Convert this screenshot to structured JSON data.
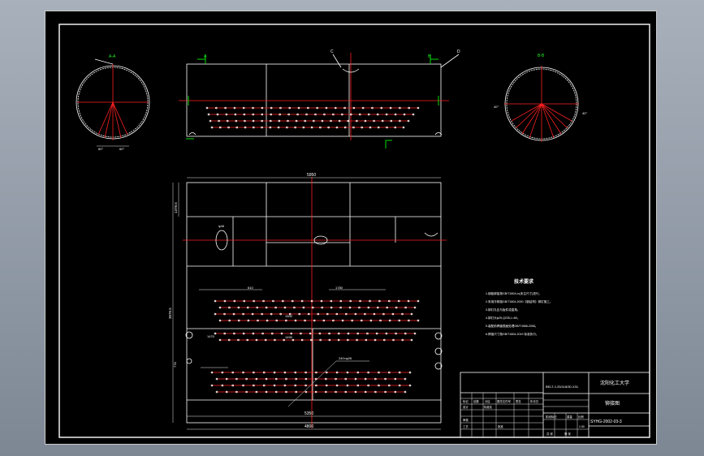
{
  "drawing": {
    "title_block": {
      "school": "沈阳化工大学",
      "part_code": "BELT-1.25/118/30-X31",
      "view_name": "铆接图",
      "drawing_no": "SYHG-2002-03-3",
      "scale": "1:30",
      "header_labels": [
        "标记",
        "处数",
        "分区",
        "更改文件号",
        "签名",
        "年月日"
      ],
      "row_labels": [
        "设计",
        "标准化",
        "审核",
        "工艺",
        "批准"
      ],
      "weight_labels": [
        "阶段标记",
        "重量",
        "比例"
      ],
      "sheet_text": [
        "共 张",
        "第 张"
      ]
    },
    "tech_requirements": {
      "title": "技术要求",
      "lines": [
        "1.钢板铆接按GB/T1804-m(未注尺寸)进行。",
        "2.采用冷铆接GB/T1804-2000《钢结构》铆钉施工。",
        "3.铆钉孔应与板件成直角。",
        "4.铆钉头φ25,Q235,L=60。",
        "5.装配前焊缝表面处理GB/T4968-2008。",
        "6.焊接尺寸按GB/T1804-2019 标准执行。"
      ]
    },
    "labels": {
      "top_dim": "5950",
      "bottom_dim": "5350",
      "bottom_dim2": "4800",
      "left_dim": "1378.5",
      "left_dim2": "3676.5",
      "hole_dim": "φ46",
      "center_dim": "1780",
      "rivet_note": "240×φ26",
      "step_dim": "610",
      "left_mid": "778",
      "stagger_dims": [
        "1500",
        "1490",
        "1470"
      ],
      "angle_left": "60°",
      "angle_right": "40°"
    },
    "section_marks": [
      "A",
      "B",
      "C",
      "D",
      "A-A",
      "B-B"
    ]
  }
}
